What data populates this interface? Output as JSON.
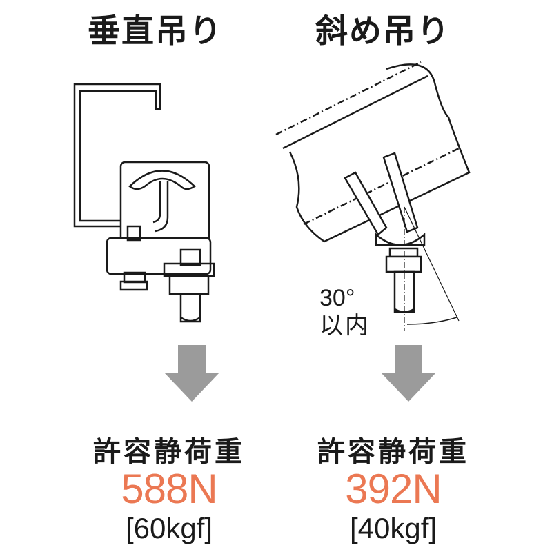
{
  "left": {
    "title": "垂直吊り",
    "label": "許容静荷重",
    "value": "588N",
    "sub": "[60kgf]"
  },
  "right": {
    "title": "斜め吊り",
    "label": "許容静荷重",
    "value": "392N",
    "sub": "[40kgf]",
    "angle": "30°",
    "angle_note": "以内"
  },
  "colors": {
    "accent": "#EB7853",
    "arrow": "#9B9B9B",
    "line": "#1a1a1a"
  }
}
